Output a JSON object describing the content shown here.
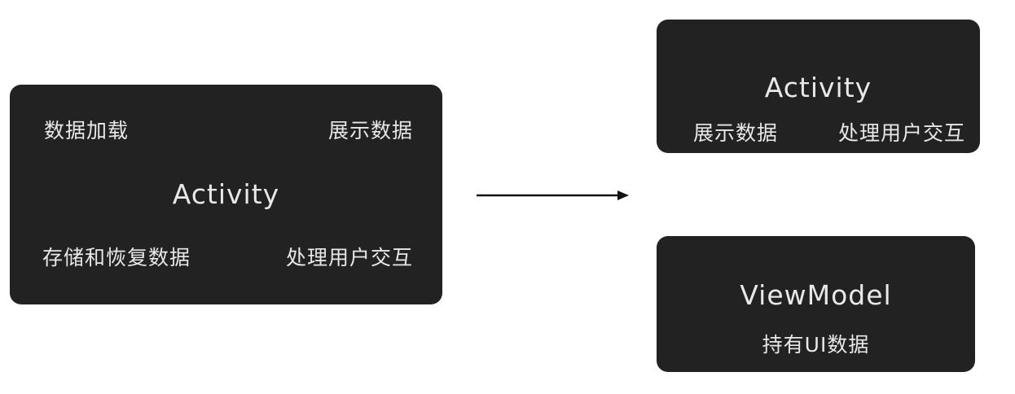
{
  "colors": {
    "box_fill": "#222222",
    "box_text": "#e8e8e8",
    "arrow": "#111111"
  },
  "before": {
    "title": "Activity",
    "top_left": "数据加载",
    "top_right": "展示数据",
    "bottom_left": "存储和恢复数据",
    "bottom_right": "处理用户交互"
  },
  "after": {
    "activity": {
      "title": "Activity",
      "left": "展示数据",
      "right": "处理用户交互"
    },
    "viewmodel": {
      "title": "ViewModel",
      "subtitle": "持有UI数据"
    }
  }
}
